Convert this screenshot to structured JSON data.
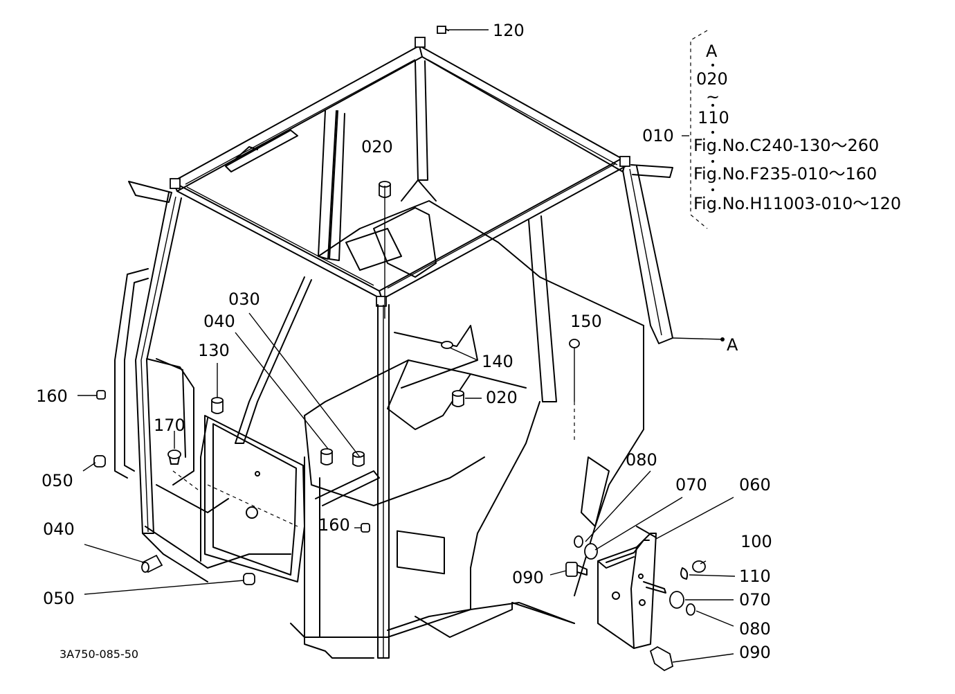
{
  "diagram": {
    "code": "3A750-085-50",
    "callouts": {
      "c120": "120",
      "c020_top": "020",
      "c020_mid": "020",
      "c030": "030",
      "c040_top": "040",
      "c040_low": "040",
      "c130": "130",
      "c140": "140",
      "c150": "150",
      "c160_left": "160",
      "c160_mid": "160",
      "c170": "170",
      "c050_top": "050",
      "c050_low": "050",
      "c060": "060",
      "c070_top": "070",
      "c070_low": "070",
      "c080_top": "080",
      "c080_low": "080",
      "c090_left": "090",
      "c090_low": "090",
      "c100": "100",
      "c110": "110",
      "c010": "010",
      "cA": "A"
    },
    "reference_box": {
      "head": "A",
      "from": "020",
      "tilde": "~",
      "to": "110",
      "fig1": "Fig.No.C240-130～260",
      "fig2": "Fig.No.F235-010～160",
      "fig3": "Fig.No.H11003-010～120"
    }
  }
}
